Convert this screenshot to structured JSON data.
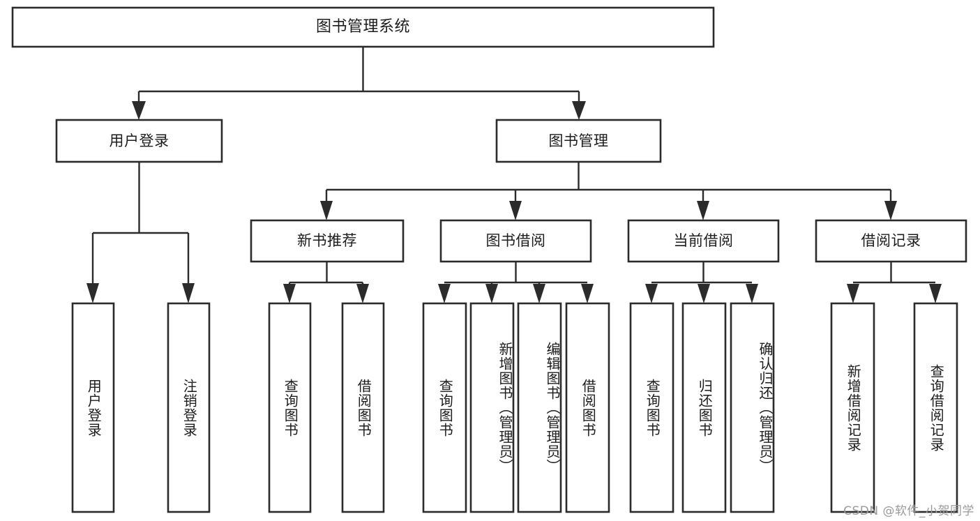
{
  "diagram": {
    "title": "图书管理系统",
    "watermark": "CSDN @软件_小贺同学",
    "colors": {
      "stroke": "#2b2b2b",
      "fill": "#ffffff",
      "text": "#1c1c1c",
      "watermark": "#9a9a9a"
    },
    "levels": {
      "root": {
        "label": "图书管理系统"
      },
      "level2": [
        {
          "label": "用户登录"
        },
        {
          "label": "图书管理"
        }
      ],
      "level3": [
        {
          "label": "新书推荐"
        },
        {
          "label": "图书借阅"
        },
        {
          "label": "当前借阅"
        },
        {
          "label": "借阅记录"
        }
      ]
    },
    "leaves": {
      "user_login": [
        {
          "label": "用户登录"
        },
        {
          "label": "注销登录"
        }
      ],
      "new_book_recommend": [
        {
          "label": "查询图书"
        },
        {
          "label": "借阅图书"
        }
      ],
      "book_borrow": [
        {
          "label": "查询图书"
        },
        {
          "label": "新增图书（管理员）"
        },
        {
          "label": "编辑图书（管理员）"
        },
        {
          "label": "借阅图书"
        }
      ],
      "current_borrow": [
        {
          "label": "查询图书"
        },
        {
          "label": "归还图书"
        },
        {
          "label": "确认归还（管理员）"
        }
      ],
      "borrow_record": [
        {
          "label": "新增借阅记录"
        },
        {
          "label": "查询借阅记录"
        }
      ]
    }
  }
}
